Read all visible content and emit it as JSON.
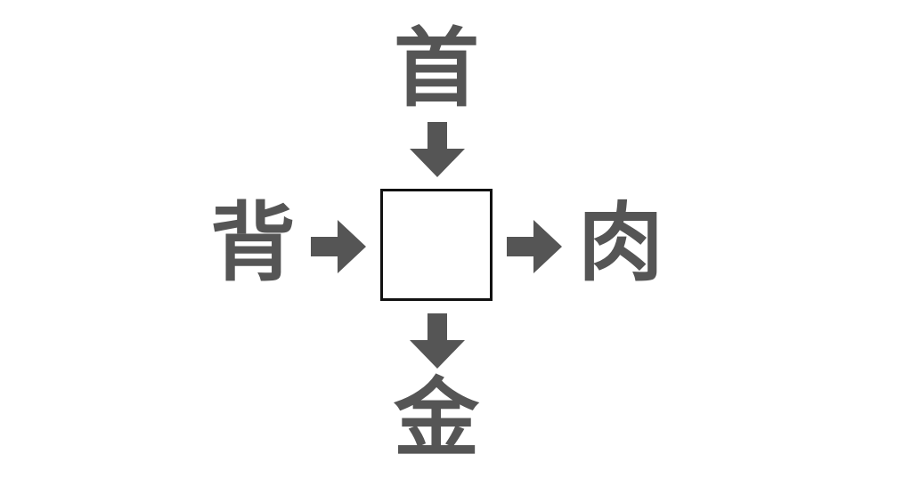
{
  "puzzle": {
    "top": "首",
    "left": "背",
    "right": "肉",
    "bottom": "金",
    "center": ""
  },
  "colors": {
    "glyph": "#555555",
    "arrow": "#555555",
    "box_border": "#111111",
    "background": "#ffffff"
  },
  "icons": {
    "arrow_top": "arrow-down-icon",
    "arrow_bottom": "arrow-down-icon",
    "arrow_left": "arrow-right-icon",
    "arrow_right": "arrow-right-icon"
  }
}
